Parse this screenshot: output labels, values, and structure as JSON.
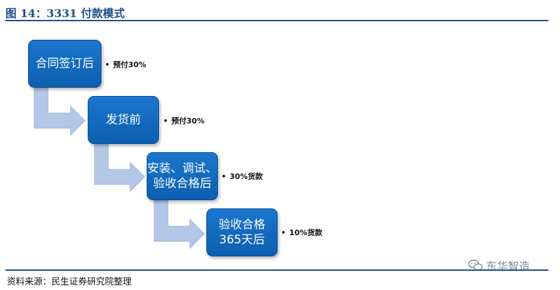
{
  "header": {
    "title": "图 14：3331 付款模式"
  },
  "steps": [
    {
      "label": "合同签订后",
      "note": "预付30%"
    },
    {
      "label_lines": [
        "安装、调试、",
        "验收合格后"
      ],
      "note": "30%货款"
    },
    {
      "label": "发货前",
      "note": "预付30%"
    },
    {
      "label_lines": [
        "验收合格",
        "365天后"
      ],
      "note": "10%货款"
    }
  ],
  "footer": {
    "source": "资料来源：民生证券研究院整理",
    "watermark": "东华智造",
    "watermark_icon": "wechat-icon"
  },
  "colors": {
    "title": "#1f4e8c",
    "box": "#1068bf",
    "arrow": "#b4c7e7"
  },
  "bullet": "•"
}
